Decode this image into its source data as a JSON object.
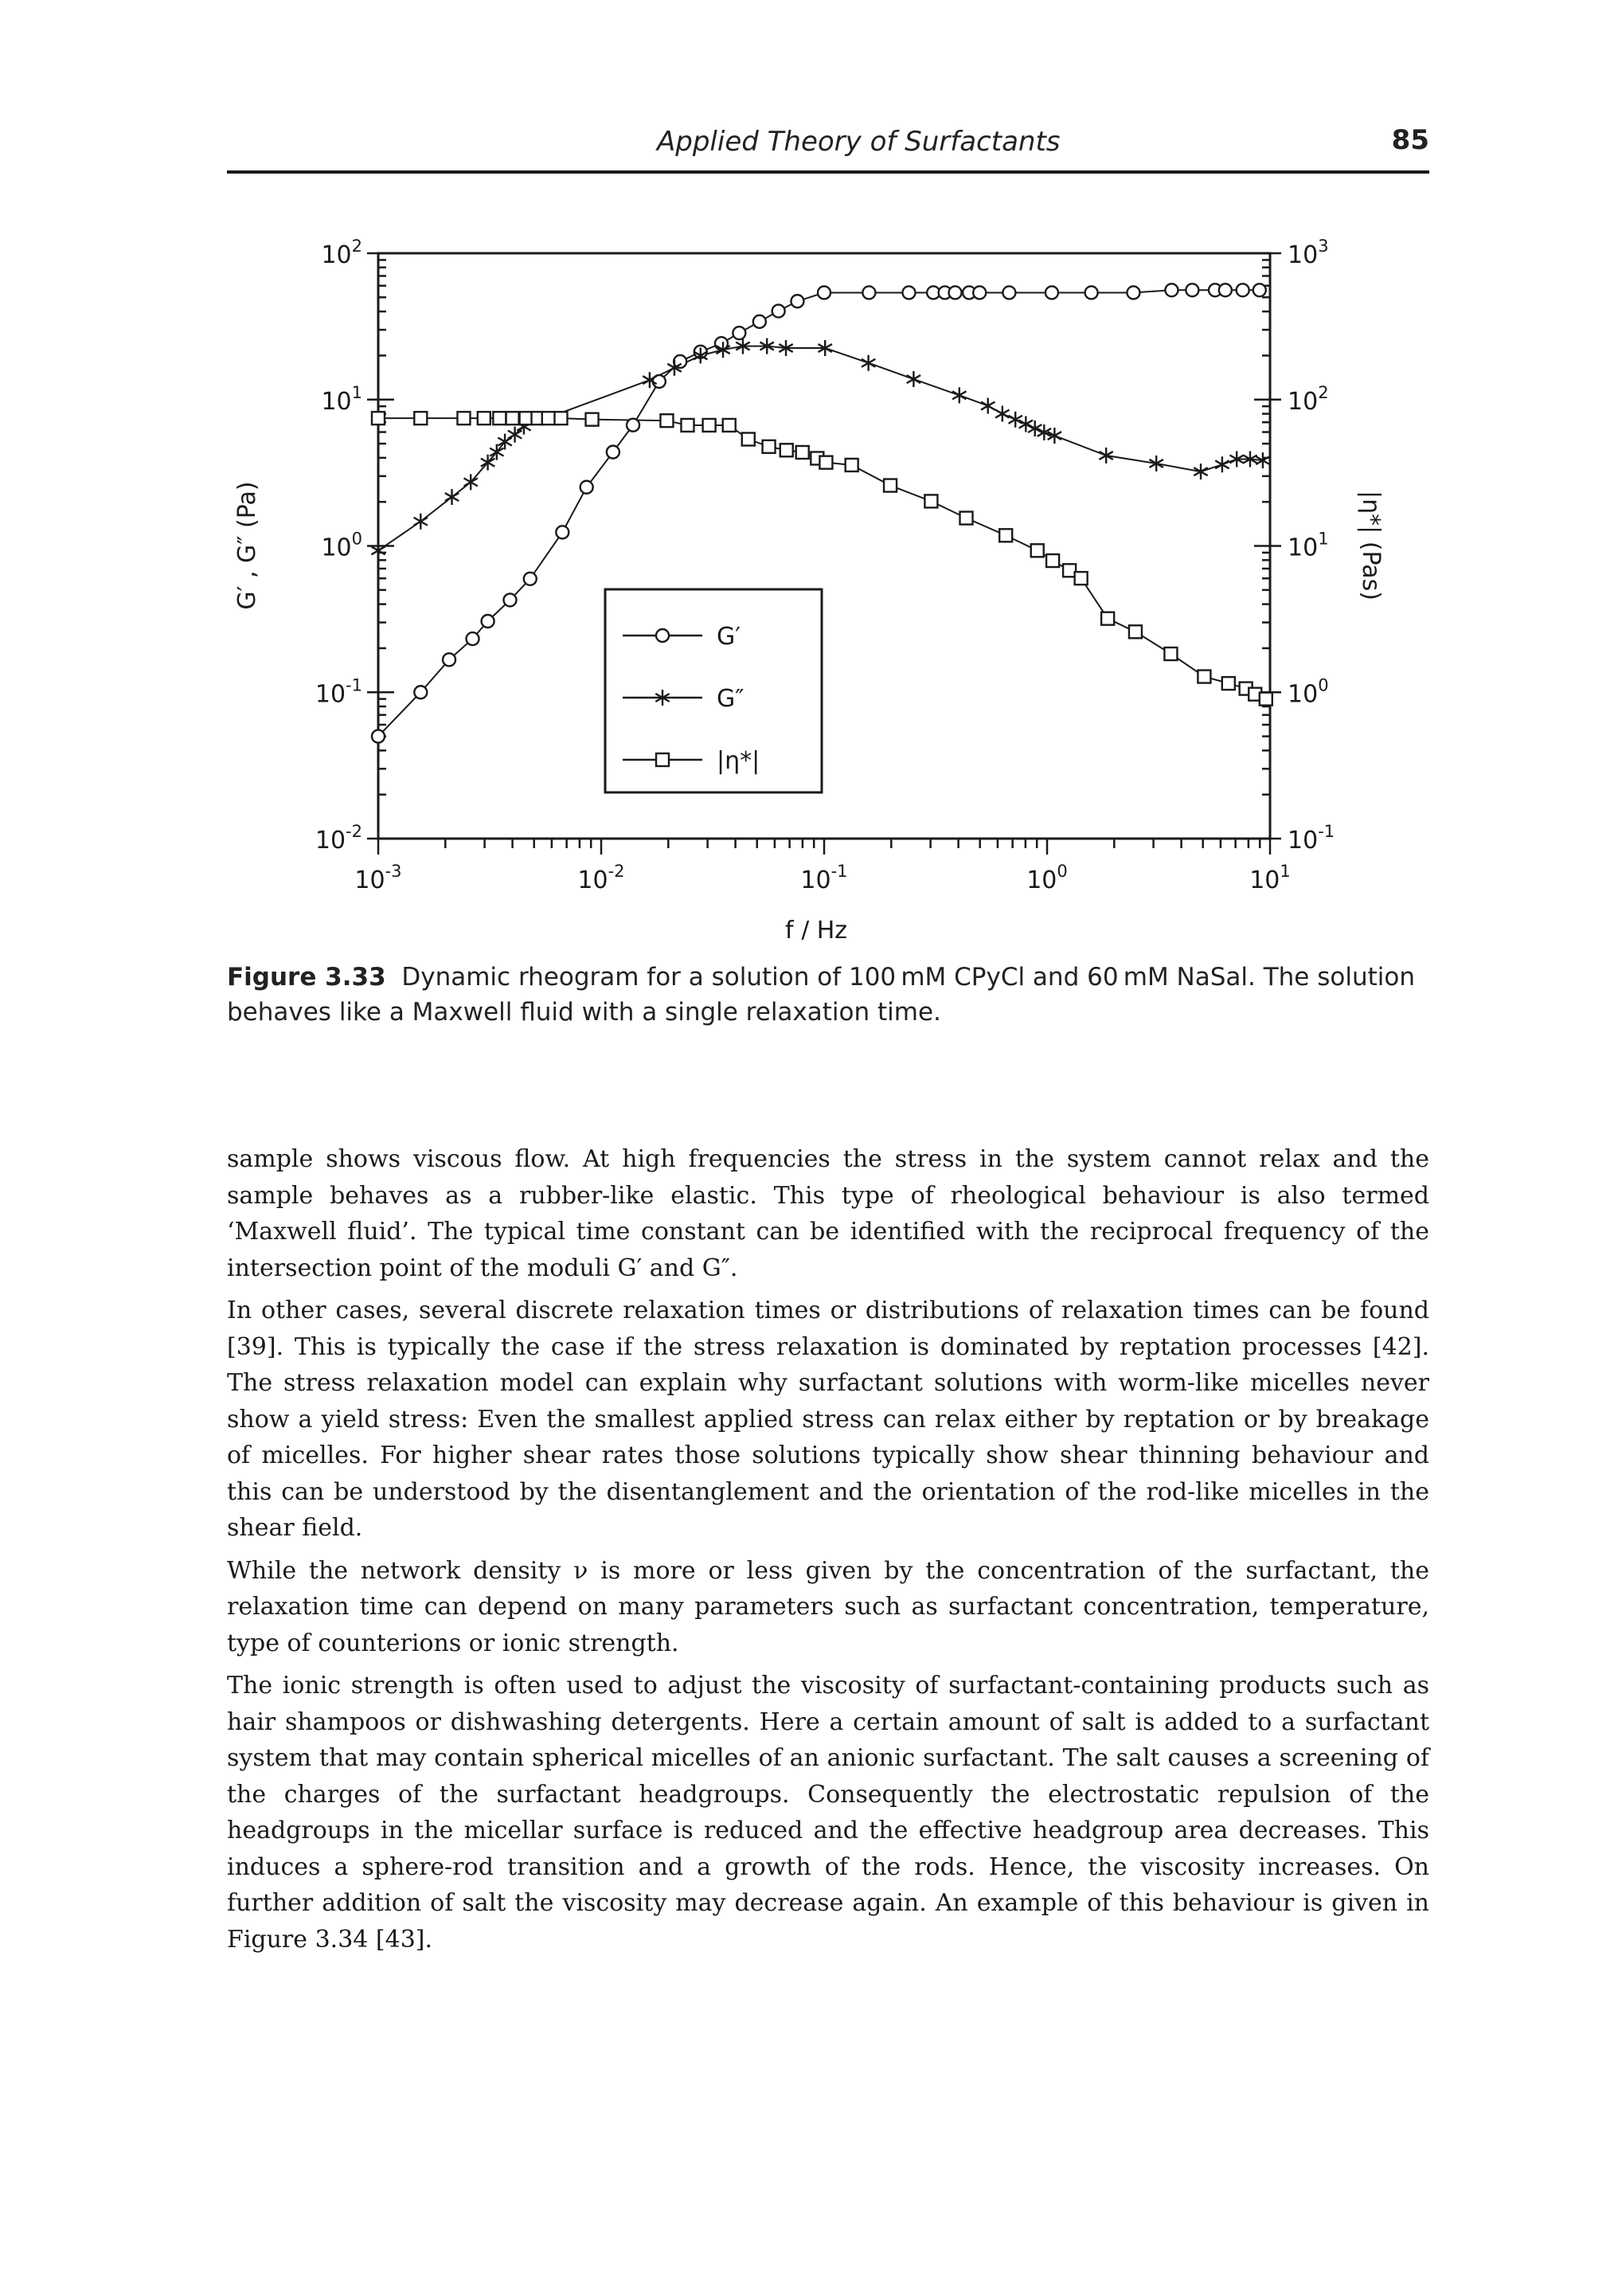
{
  "header": {
    "running_title": "Applied Theory of Surfactants",
    "page_number": "85"
  },
  "figure": {
    "ylabel_left": "G′ , G″ (Pa)",
    "ylabel_right": "|η*| (Pas)",
    "xlabel": "f / Hz",
    "x_ticks": [
      {
        "base": "10",
        "exp": "-3",
        "value": 0.001
      },
      {
        "base": "10",
        "exp": "-2",
        "value": 0.01
      },
      {
        "base": "10",
        "exp": "-1",
        "value": 0.1
      },
      {
        "base": "10",
        "exp": "0",
        "value": 1
      },
      {
        "base": "10",
        "exp": "1",
        "value": 10
      }
    ],
    "y_left_ticks": [
      {
        "base": "10",
        "exp": "2",
        "value": 100
      },
      {
        "base": "10",
        "exp": "1",
        "value": 10
      },
      {
        "base": "10",
        "exp": "0",
        "value": 1
      },
      {
        "base": "10",
        "exp": "-1",
        "value": 0.1
      },
      {
        "base": "10",
        "exp": "-2",
        "value": 0.01
      }
    ],
    "y_right_ticks": [
      {
        "base": "10",
        "exp": "3",
        "value": 1000
      },
      {
        "base": "10",
        "exp": "2",
        "value": 100
      },
      {
        "base": "10",
        "exp": "1",
        "value": 10
      },
      {
        "base": "10",
        "exp": "0",
        "value": 1
      },
      {
        "base": "10",
        "exp": "-1",
        "value": 0.1
      }
    ],
    "legend": [
      {
        "label": "G′",
        "marker": "circle"
      },
      {
        "label": "G″",
        "marker": "star"
      },
      {
        "label": "|η*|",
        "marker": "square"
      }
    ]
  },
  "chart_data": {
    "type": "scatter",
    "x_scale": "log",
    "y_scale": "log",
    "xlabel": "f / Hz",
    "ylabel": "G′ , G″ (Pa)",
    "ylabel_right": "|η*| (Pas)",
    "xlim": [
      0.001,
      10
    ],
    "ylim": [
      0.01,
      100
    ],
    "ylim_right": [
      0.1,
      1000
    ],
    "grid": false,
    "legend_position": "lower center, inside plot",
    "series": [
      {
        "name": "G′",
        "marker": "circle",
        "axis": "left",
        "points": [
          [
            0.001,
            0.05
          ],
          [
            0.00155,
            0.1
          ],
          [
            0.00208,
            0.167
          ],
          [
            0.00265,
            0.232
          ],
          [
            0.0031,
            0.306
          ],
          [
            0.0039,
            0.427
          ],
          [
            0.0048,
            0.596
          ],
          [
            0.0067,
            1.24
          ],
          [
            0.0086,
            2.52
          ],
          [
            0.0113,
            4.38
          ],
          [
            0.0139,
            6.7
          ],
          [
            0.0182,
            13.3
          ],
          [
            0.0226,
            18.2
          ],
          [
            0.0279,
            21.2
          ],
          [
            0.0346,
            24.2
          ],
          [
            0.0416,
            28.5
          ],
          [
            0.0513,
            34.1
          ],
          [
            0.0624,
            40.3
          ],
          [
            0.0759,
            47.0
          ],
          [
            0.1,
            53.8
          ],
          [
            0.159,
            53.8
          ],
          [
            0.24,
            53.8
          ],
          [
            0.309,
            53.8
          ],
          [
            0.348,
            53.8
          ],
          [
            0.387,
            53.8
          ],
          [
            0.447,
            53.8
          ],
          [
            0.498,
            53.8
          ],
          [
            0.676,
            53.8
          ],
          [
            1.05,
            53.8
          ],
          [
            1.58,
            53.8
          ],
          [
            2.44,
            53.8
          ],
          [
            3.62,
            56.0
          ],
          [
            4.48,
            56.0
          ],
          [
            5.67,
            56.0
          ],
          [
            6.3,
            56.0
          ],
          [
            7.54,
            56.0
          ],
          [
            8.97,
            56.0
          ]
        ]
      },
      {
        "name": "G″",
        "marker": "star",
        "axis": "left",
        "points": [
          [
            0.001,
            0.93
          ],
          [
            0.00155,
            1.47
          ],
          [
            0.00214,
            2.16
          ],
          [
            0.0026,
            2.73
          ],
          [
            0.0031,
            3.72
          ],
          [
            0.0034,
            4.38
          ],
          [
            0.0037,
            5.16
          ],
          [
            0.0041,
            5.77
          ],
          [
            0.0045,
            6.54
          ],
          [
            0.0165,
            13.6
          ],
          [
            0.0213,
            16.5
          ],
          [
            0.0279,
            20.0
          ],
          [
            0.0352,
            21.9
          ],
          [
            0.0432,
            23.2
          ],
          [
            0.0554,
            23.2
          ],
          [
            0.0674,
            22.5
          ],
          [
            0.101,
            22.5
          ],
          [
            0.158,
            17.8
          ],
          [
            0.252,
            13.8
          ],
          [
            0.404,
            10.7
          ],
          [
            0.543,
            9.07
          ],
          [
            0.63,
            8.0
          ],
          [
            0.721,
            7.31
          ],
          [
            0.803,
            6.8
          ],
          [
            0.882,
            6.35
          ],
          [
            0.97,
            5.97
          ],
          [
            1.08,
            5.67
          ],
          [
            1.84,
            4.15
          ],
          [
            3.09,
            3.66
          ],
          [
            4.89,
            3.22
          ],
          [
            6.1,
            3.6
          ],
          [
            7.09,
            3.92
          ],
          [
            8.14,
            3.92
          ],
          [
            9.28,
            3.84
          ]
        ]
      },
      {
        "name": "|η*|",
        "marker": "square",
        "axis": "right",
        "points": [
          [
            0.001,
            74.6
          ],
          [
            0.00155,
            74.6
          ],
          [
            0.00242,
            74.6
          ],
          [
            0.00298,
            74.6
          ],
          [
            0.0035,
            74.6
          ],
          [
            0.004,
            74.6
          ],
          [
            0.0046,
            74.6
          ],
          [
            0.0052,
            74.6
          ],
          [
            0.0058,
            74.6
          ],
          [
            0.0066,
            74.6
          ],
          [
            0.0091,
            73.2
          ],
          [
            0.0197,
            71.8
          ],
          [
            0.0244,
            66.8
          ],
          [
            0.0305,
            66.8
          ],
          [
            0.0375,
            66.8
          ],
          [
            0.0457,
            53.6
          ],
          [
            0.0565,
            47.7
          ],
          [
            0.0678,
            45.1
          ],
          [
            0.0799,
            43.6
          ],
          [
            0.0931,
            39.7
          ],
          [
            0.102,
            37.2
          ],
          [
            0.133,
            35.7
          ],
          [
            0.198,
            25.9
          ],
          [
            0.302,
            20.2
          ],
          [
            0.434,
            15.5
          ],
          [
            0.653,
            11.8
          ],
          [
            0.904,
            9.3
          ],
          [
            1.06,
            7.93
          ],
          [
            1.26,
            6.8
          ],
          [
            1.42,
            6.01
          ],
          [
            1.87,
            3.19
          ],
          [
            2.49,
            2.59
          ],
          [
            3.59,
            1.83
          ],
          [
            5.07,
            1.28
          ],
          [
            6.51,
            1.15
          ],
          [
            7.79,
            1.06
          ],
          [
            8.57,
            0.97
          ],
          [
            9.58,
            0.9
          ]
        ]
      }
    ]
  },
  "caption": {
    "label": "Figure 3.33",
    "text": "Dynamic rheogram for a solution of 100 mM CPyCl and 60 mM NaSal. The solution behaves like a Maxwell fluid with a single relaxation time."
  },
  "body": {
    "paragraphs": [
      "sample shows viscous flow. At high frequencies the stress in the system cannot relax and the sample behaves as a rubber-like elastic. This type of rheological behaviour is also termed ‘Maxwell fluid’. The typical time constant can be identified with the reciprocal frequency of the intersection point of the moduli G′ and G″.",
      "In other cases, several discrete relaxation times or distributions of relaxation times can be found [39]. This is typically the case if the stress relaxation is dominated by reptation processes [42]. The stress relaxation model can explain why surfactant solutions with worm-like micelles never show a yield stress: Even the smallest applied stress can relax either by reptation or by breakage of micelles. For higher shear rates those solutions typically show shear thinning behaviour and this can be understood by the disentanglement and the orientation of the rod-like micelles in the shear field.",
      "While the network density ν is more or less given by the concentration of the surfactant, the relaxation time can depend on many parameters such as surfactant concentration, temperature, type of counterions or ionic strength.",
      "The ionic strength is often used to adjust the viscosity of surfactant-containing products such as hair shampoos or dishwashing detergents. Here a certain amount of salt is added to a surfactant system that may contain spherical micelles of an anionic surfactant. The salt causes a screening of the charges of the surfactant headgroups. Consequently the electrostatic repulsion of the headgroups in the micellar surface is reduced and the effective headgroup area decreases. This induces a sphere-rod transition and a growth of the rods. Hence, the viscosity increases. On further addition of salt the viscosity may decrease again. An example of this behaviour is given in Figure 3.34 [43]."
    ]
  }
}
